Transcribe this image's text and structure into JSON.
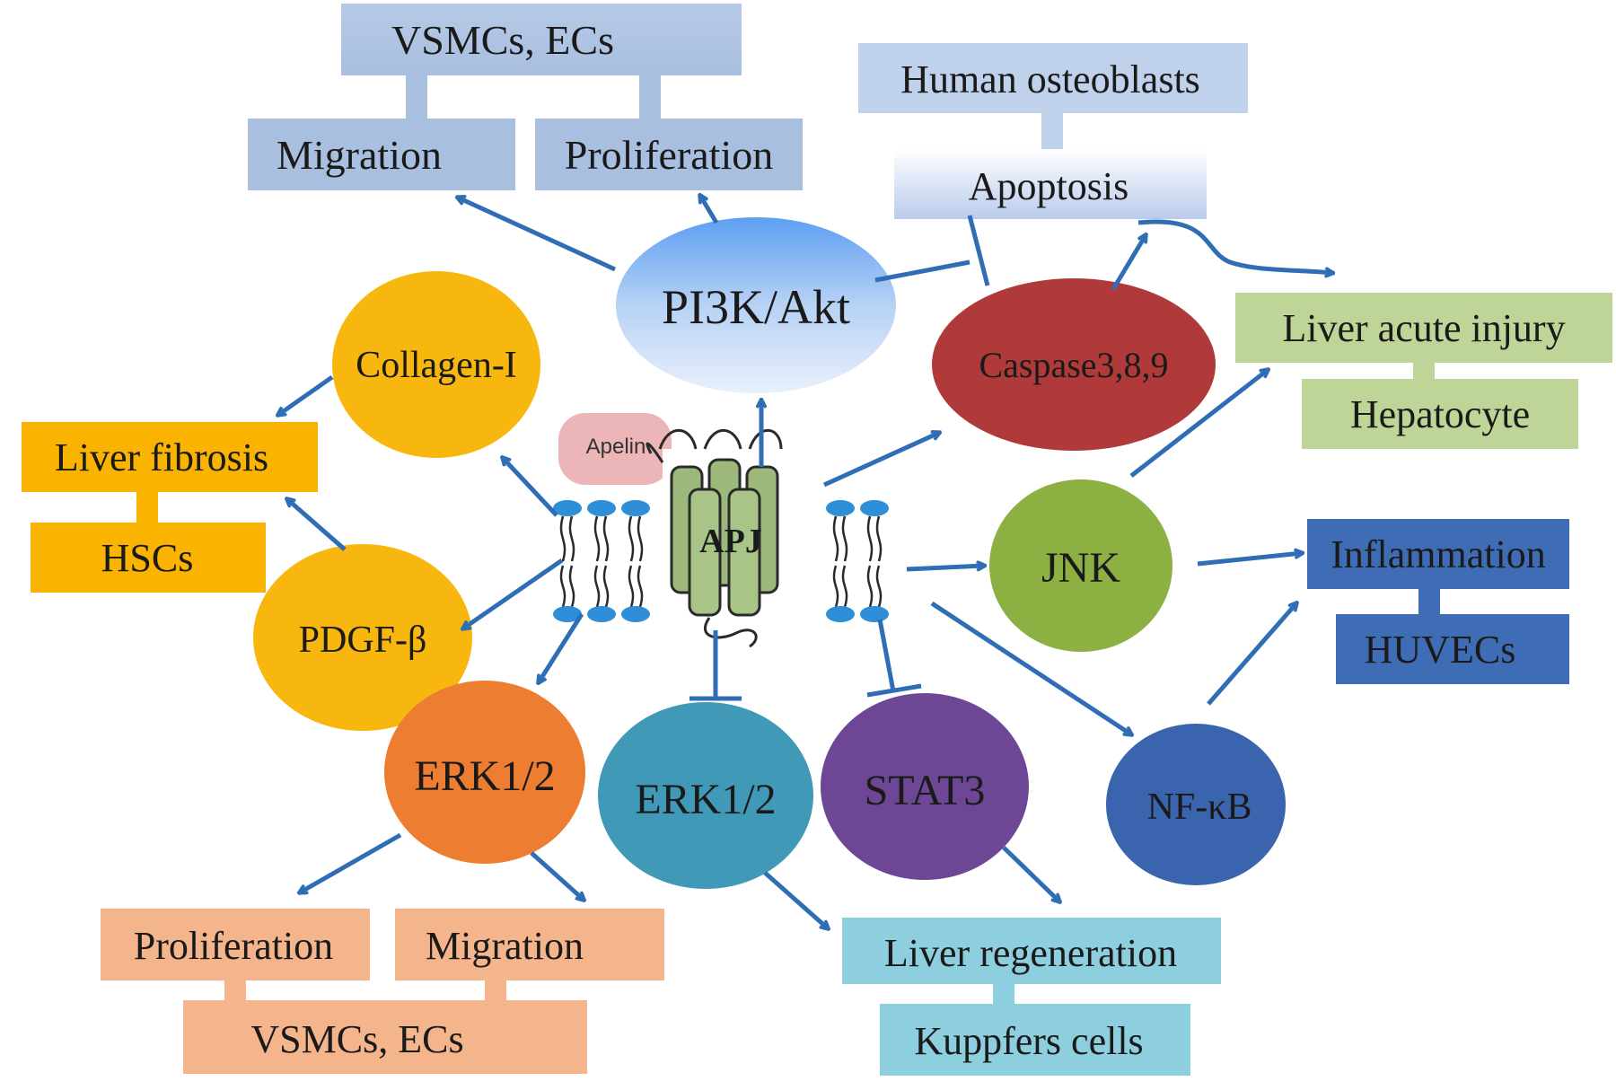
{
  "colors": {
    "arrow": "#2f6db5",
    "vsmc_box": "#b1c6e3",
    "osteoblast_box": "#c0d1ec",
    "liver_injury_box": "#bed597",
    "inflammation_box": "#3f6db5",
    "fibrosis_box": "#f9b300",
    "erk_orange_box": "#f5b58c",
    "regeneration_box": "#8ecfdf",
    "pi3k": "#a8c8f2",
    "collagen": "#f8b70e",
    "pdgf": "#f8b70e",
    "erk_orange": "#ed7d31",
    "erk_teal": "#4199b8",
    "stat3": "#6d4796",
    "nfkb": "#3a64ad",
    "jnk": "#8db043",
    "caspase": "#b03a3a",
    "apelin": "#e9a9ab",
    "receptor": "#9cb87a",
    "lipid_head": "#2e8fd8"
  },
  "center": {
    "ligand_label": "Apelin",
    "receptor_label": "APJ"
  },
  "nodes": {
    "pi3k": "PI3K/Akt",
    "collagen": "Collagen-I",
    "pdgf": "PDGF-β",
    "erk_left": "ERK1/2",
    "erk_mid": "ERK1/2",
    "stat3": "STAT3",
    "nfkb": "NF-κB",
    "jnk": "JNK",
    "caspase": "Caspase3,8,9"
  },
  "boxes": {
    "vsmc_top": "VSMCs, ECs",
    "migration_top": "Migration",
    "proliferation_top": "Proliferation",
    "osteoblasts": "Human osteoblasts",
    "apoptosis": "Apoptosis",
    "liver_injury": "Liver acute injury",
    "hepatocyte": "Hepatocyte",
    "inflammation": "Inflammation",
    "huvecs": "HUVECs",
    "liver_fibrosis": "Liver fibrosis",
    "hscs": "HSCs",
    "proliferation_bottom": "Proliferation",
    "migration_bottom": "Migration",
    "vsmc_bottom": "VSMCs, ECs",
    "liver_regeneration": "Liver regeneration",
    "kuppfers": "Kuppfers cells"
  }
}
